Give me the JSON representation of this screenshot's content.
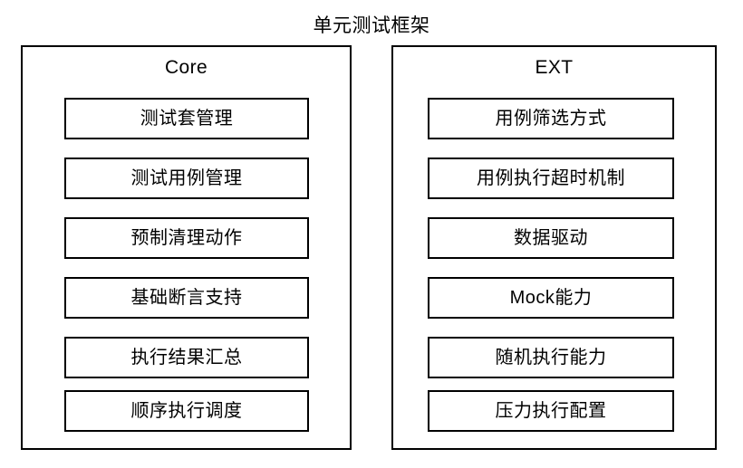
{
  "diagram": {
    "title": "单元测试框架",
    "background_color": "#ffffff",
    "line_color": "#000000",
    "text_color": "#000000",
    "groups": [
      {
        "title": "Core",
        "items": [
          {
            "label": "测试套管理"
          },
          {
            "label": "测试用例管理"
          },
          {
            "label": "预制清理动作"
          },
          {
            "label": "基础断言支持"
          },
          {
            "label": "执行结果汇总"
          },
          {
            "label": "顺序执行调度"
          }
        ]
      },
      {
        "title": "EXT",
        "items": [
          {
            "label": "用例筛选方式"
          },
          {
            "label": "用例执行超时机制"
          },
          {
            "label": "数据驱动"
          },
          {
            "label": "Mock能力"
          },
          {
            "label": "随机执行能力"
          },
          {
            "label": "压力执行配置"
          }
        ]
      }
    ]
  }
}
